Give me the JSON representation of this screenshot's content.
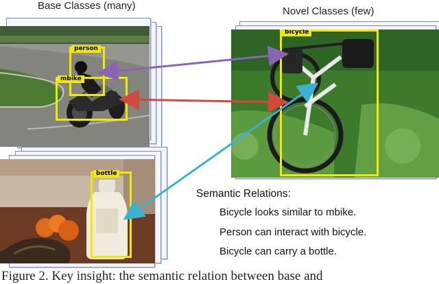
{
  "headers": {
    "base": "Base Classes (many)",
    "novel": "Novel Classes (few)"
  },
  "boxes": {
    "person": "person",
    "mbike": "mbike",
    "bicycle": "bicycle",
    "bottle": "bottle"
  },
  "relations": {
    "title": "Semantic Relations:",
    "items": [
      "Bicycle looks similar to mbike.",
      "Person can interact with bicycle.",
      "Bicycle can carry a bottle."
    ]
  },
  "caption": "Figure 2. Key insight: the semantic relation between base and",
  "colors": {
    "box": "#f2ea00",
    "purple_arrow": "#8a64b8",
    "red_arrow": "#d1493f",
    "cyan_arrow": "#3ab1cf",
    "stack_border": "#7b87c7"
  },
  "icons": [
    "motorbike-photo",
    "bicycle-photo",
    "bottle-photo"
  ]
}
